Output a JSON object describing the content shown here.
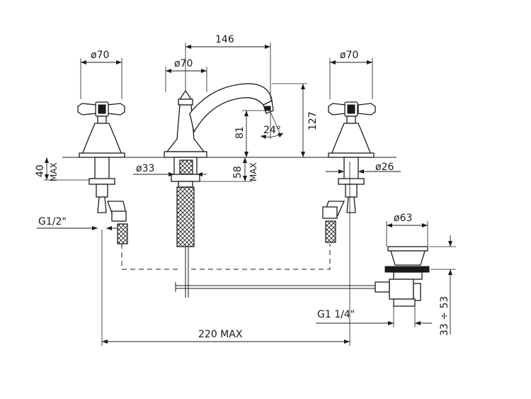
{
  "diagram": {
    "dimensions": {
      "handle_left_diameter": "ø70",
      "spout_base_diameter": "ø70",
      "handle_right_diameter": "ø70",
      "spout_reach": "146",
      "overall_height": "127",
      "spout_height": "81",
      "swivel_angle": "24°",
      "deck_thickness_left": "40",
      "deck_thickness_left_suffix": "MAX",
      "deck_thickness_center": "58",
      "deck_thickness_center_suffix": "MAX",
      "hole_diameter_center": "ø33",
      "hole_diameter_right": "ø26",
      "inlet_thread": "G1/2\"",
      "waste_diameter": "ø63",
      "waste_thread": "G1  1/4\"",
      "waste_height_range": "33 ÷ 53",
      "center_spacing": "220  MAX"
    }
  }
}
